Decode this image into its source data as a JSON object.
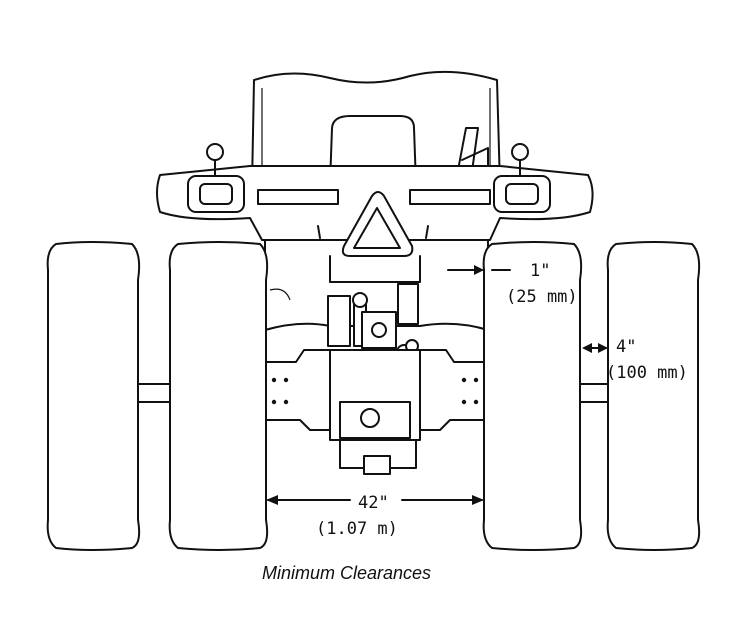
{
  "figure": {
    "caption": "Minimum Clearances"
  },
  "dimensions": {
    "inner_gap": {
      "imperial": "1\"",
      "metric": "(25 mm)"
    },
    "dual_gap": {
      "imperial": "4\"",
      "metric": "(100 mm)"
    },
    "track_gap": {
      "imperial": "42\"",
      "metric": "(1.07 m)"
    }
  }
}
